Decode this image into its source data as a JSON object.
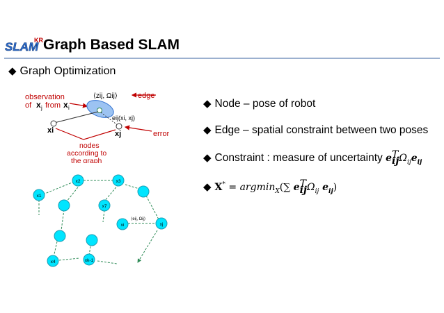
{
  "header": {
    "logo_text": "SLAM",
    "logo_badge": "KR",
    "title": "Graph Based SLAM"
  },
  "section": {
    "title": "Graph Optimization"
  },
  "top_diagram": {
    "observation_label_line1": "observation",
    "observation_label_of": "of",
    "observation_label_xj": "x",
    "observation_label_xj_sub": "j",
    "observation_label_from": "from",
    "observation_label_xi": "x",
    "observation_label_xi_sub": "i",
    "edge_label": "edge",
    "constraint_label": "⟨z",
    "constraint_label_full": "⟨zij, Ωij⟩",
    "error_fn_label": "eij(xi, xj)",
    "node_i_label": "xi",
    "node_j_label": "xj",
    "error_label": "error",
    "nodes_label_lines": [
      "nodes",
      "according to",
      "the graph"
    ]
  },
  "bottom_graph": {
    "node_labels": [
      "x1",
      "x2",
      "x3",
      "x7",
      "xi",
      "xj",
      "x4",
      "xk-1"
    ],
    "edge_label": "⟨eij, Ωij⟩"
  },
  "bullets": {
    "node": "Node – pose of robot",
    "edge": "Edge – spatial constraint between two poses",
    "constraint_prefix": "Constraint : measure of uncertainty ",
    "constraint_math_e": "e",
    "constraint_math_sup": "T",
    "constraint_math_sub": "ij",
    "constraint_math_omega": "Ω",
    "constraint_math_omega_sub": "ij",
    "constraint_math_e2": "e",
    "constraint_math_e2_sub": "ij",
    "objective_X": "X",
    "objective_star": "*",
    "objective_eq": " = ",
    "objective_argmin": "argmin",
    "objective_argmin_sub": "X",
    "objective_sum": "(∑ ",
    "objective_e": "e",
    "objective_sup": "T",
    "objective_sub": "ij",
    "objective_omega": "Ω",
    "objective_omega_sub": "ij",
    "objective_e2": " e",
    "objective_e2_sub": "ij",
    "objective_close": ")"
  },
  "colors": {
    "accent_blue": "#2e6fd0",
    "node_fill": "#00e5ff",
    "node_stroke": "#1a9db3",
    "ellipse_fill": "#9cc3f2",
    "annotation_red": "#c00000",
    "edge_dashed": "#2e8b57",
    "rule": "#9bb0cf"
  }
}
